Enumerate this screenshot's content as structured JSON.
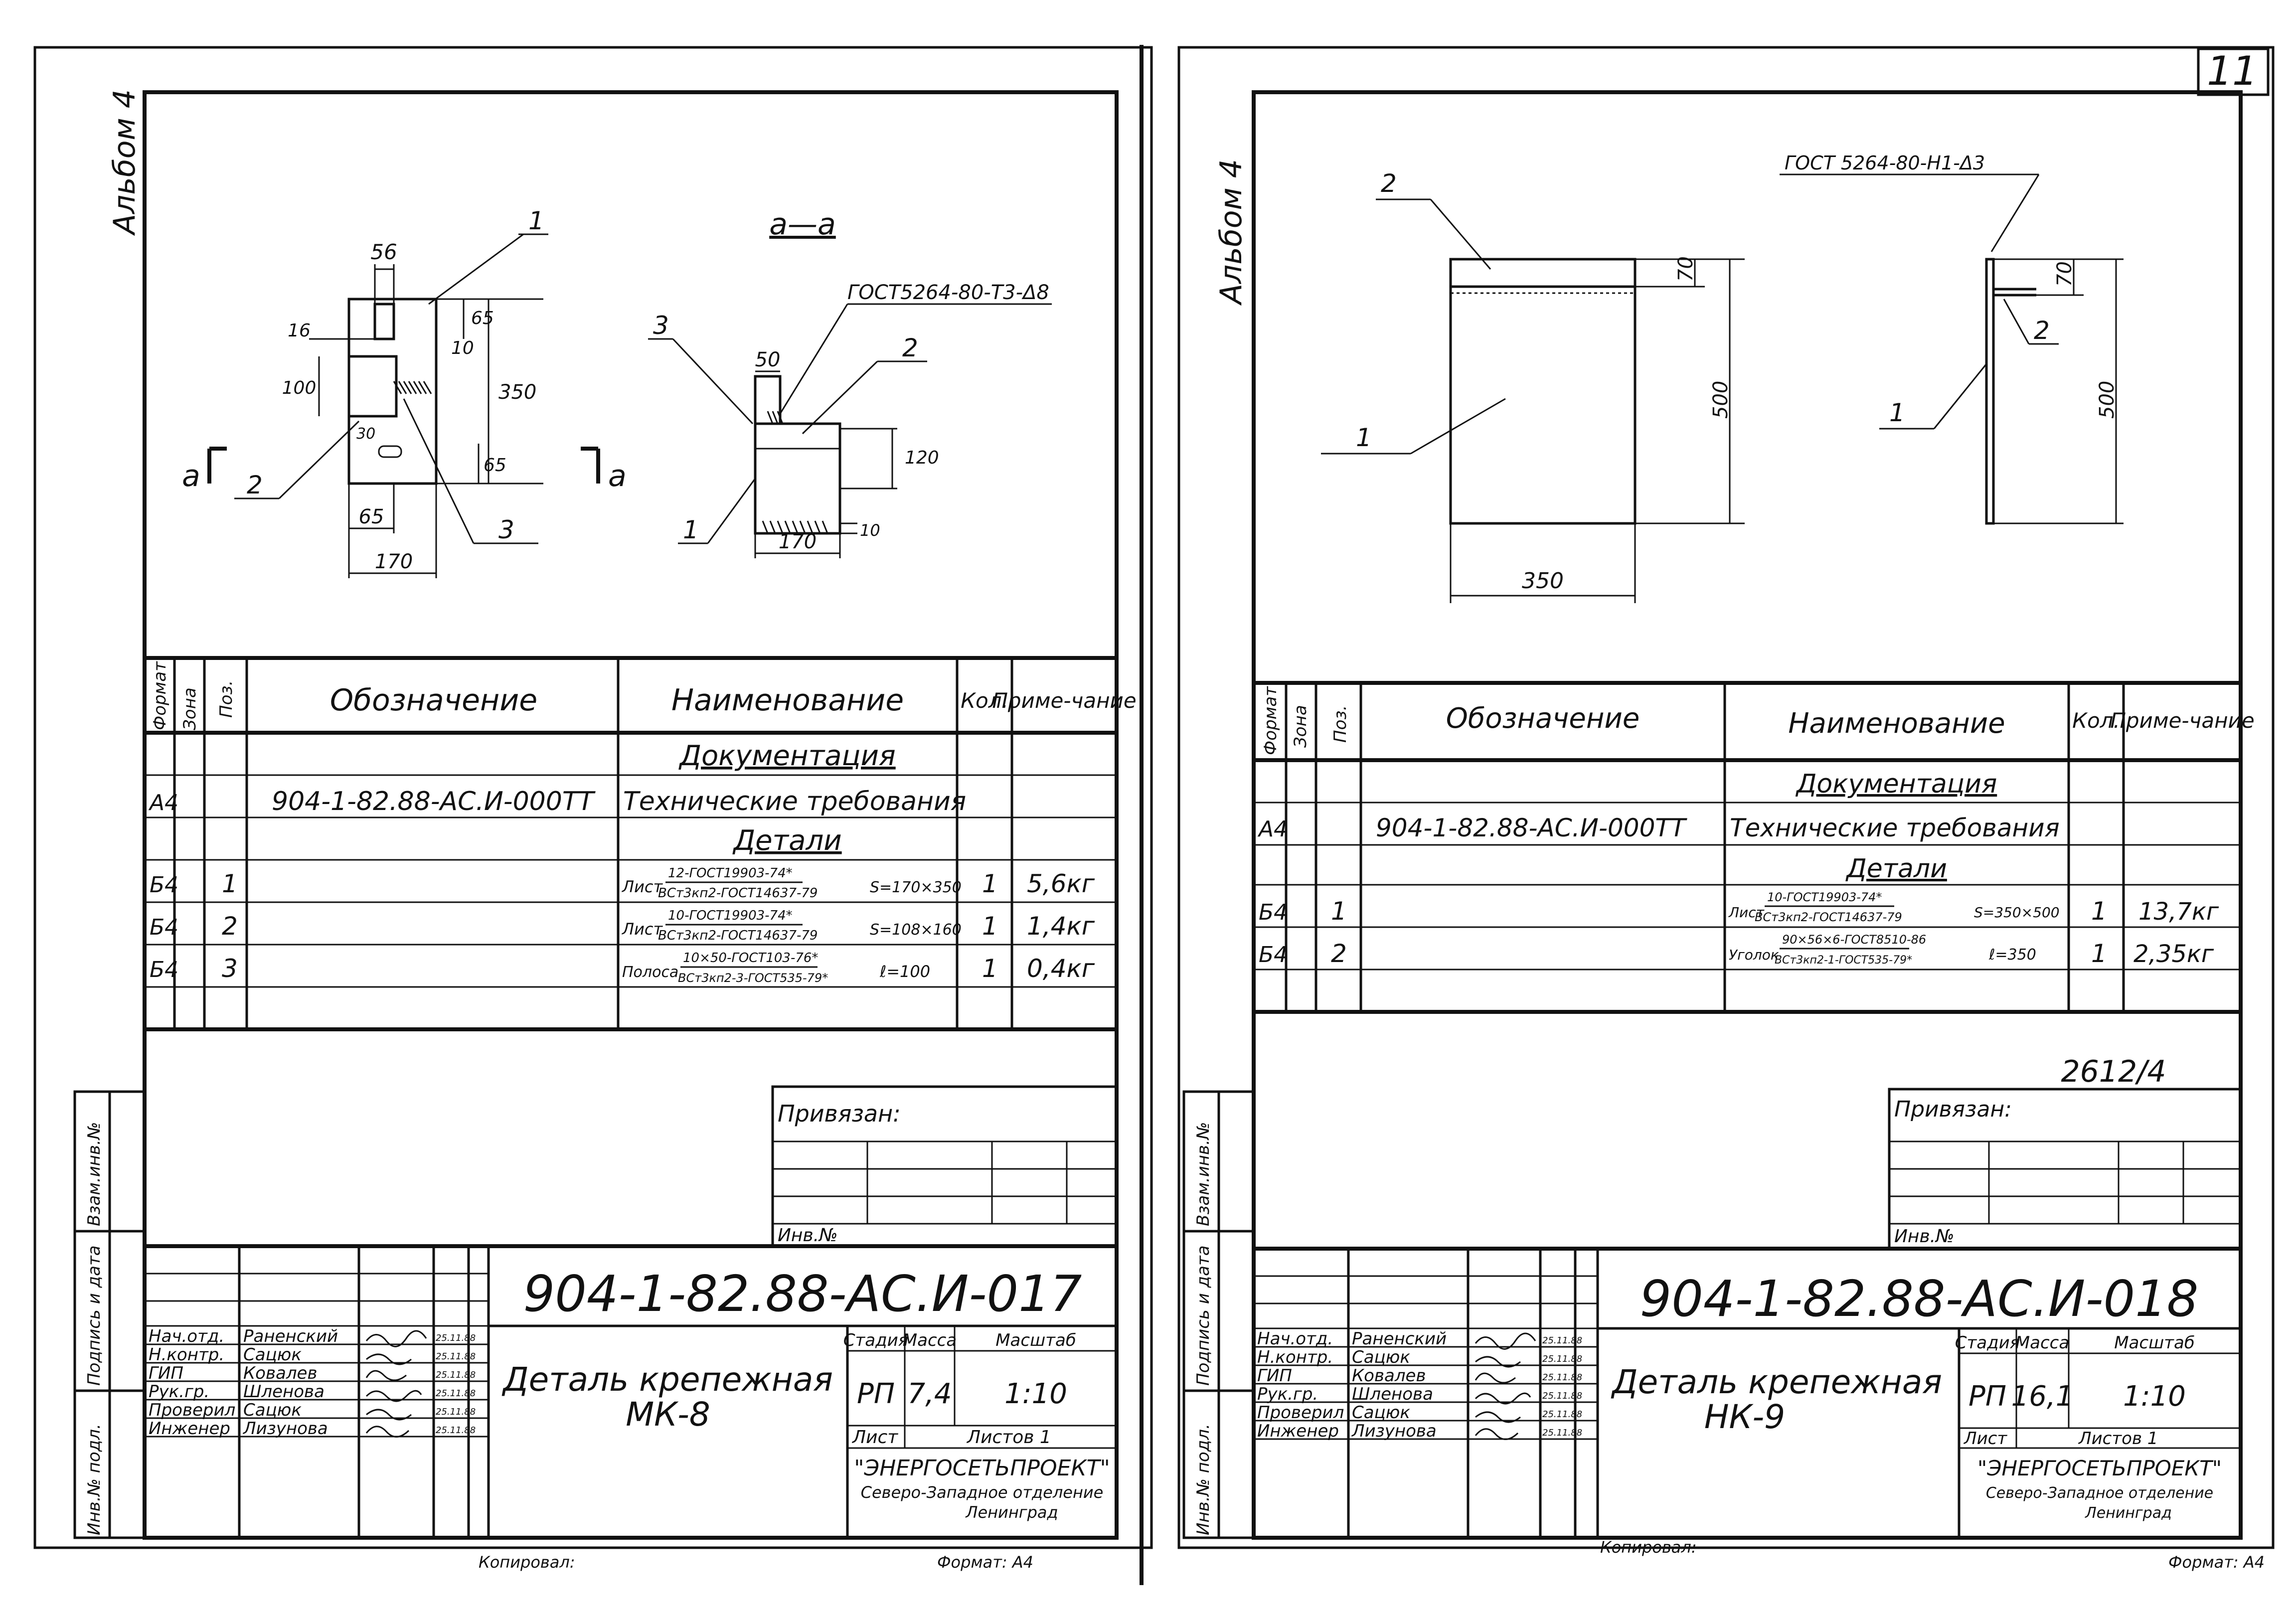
{
  "page_number": "11",
  "sheets": [
    {
      "album": "Альбом 4",
      "drawing": {
        "section_label": "а—а",
        "weld_note": "ГОСТ5264-80-Т3-Δ8",
        "cut_mark": "а",
        "dims": [
          "56",
          "16",
          "65",
          "10",
          "100",
          "350",
          "30",
          "65",
          "65",
          "170",
          "50",
          "120",
          "10",
          "170"
        ],
        "callouts": [
          "1",
          "2",
          "3",
          "3",
          "2",
          "1"
        ]
      },
      "spec": {
        "headers": [
          "Формат",
          "Зона",
          "Поз.",
          "Обозначение",
          "Наименование",
          "Кол.",
          "Приме-чание"
        ],
        "rows": [
          {
            "format": "",
            "pos": "",
            "designation": "",
            "name": "Документация",
            "qty": "",
            "note": "",
            "kind": "section"
          },
          {
            "format": "А4",
            "pos": "",
            "designation": "904-1-82.88-АС.И-000ТТ",
            "name": "Технические требования",
            "qty": "",
            "note": "",
            "kind": "item"
          },
          {
            "format": "",
            "pos": "",
            "designation": "",
            "name": "Детали",
            "qty": "",
            "note": "",
            "kind": "section"
          },
          {
            "format": "Б4",
            "pos": "1",
            "designation": "",
            "name": "Лист",
            "name_top": "12-ГОСТ19903-74*",
            "name_bottom": "ВСт3кп2-ГОСТ14637-79",
            "name_extra": "S=170×350",
            "qty": "1",
            "note": "5,6кг",
            "kind": "material"
          },
          {
            "format": "Б4",
            "pos": "2",
            "designation": "",
            "name": "Лист",
            "name_top": "10-ГОСТ19903-74*",
            "name_bottom": "ВСт3кп2-ГОСТ14637-79",
            "name_extra": "S=108×160",
            "qty": "1",
            "note": "1,4кг",
            "kind": "material"
          },
          {
            "format": "Б4",
            "pos": "3",
            "designation": "",
            "name": "Полоса",
            "name_top": "10×50-ГОСТ103-76*",
            "name_bottom": "ВСт3кп2-3-ГОСТ535-79*",
            "name_extra": "ℓ=100",
            "qty": "1",
            "note": "0,4кг",
            "kind": "material"
          },
          {
            "format": "",
            "pos": "",
            "designation": "",
            "name": "",
            "qty": "",
            "note": "",
            "kind": "blank"
          }
        ]
      },
      "bound_label": "Привязан:",
      "inv_label": "Инв.№",
      "side_stamp": [
        "Взам.инв.№",
        "Подпись и дата",
        "Инв.№ подл."
      ],
      "title_block": {
        "doc_number": "904-1-82.88-АС.И-017",
        "title_line1": "Деталь крепежная",
        "title_line2": "МК-8",
        "roles": [
          "Нач.отд.",
          "Н.контр.",
          "ГИП",
          "Рук.гр.",
          "Проверил",
          "Инженер"
        ],
        "names": [
          "Раненский",
          "Сацюк",
          "Ковалев",
          "Шленова",
          "Сацюк",
          "Лизунова"
        ],
        "dates": [
          "25.11.88",
          "25.11.88",
          "25.11.88",
          "25.11.88",
          "25.11.88",
          "25.11.88"
        ],
        "stage_label": "Стадия",
        "mass_label": "Масса",
        "scale_label": "Масштаб",
        "stage": "РП",
        "mass": "7,4",
        "scale": "1:10",
        "sheet_label": "Лист",
        "sheets_label": "Листов 1",
        "org_line1": "\"ЭНЕРГОСЕТЬПРОЕКТ\"",
        "org_line2": "Северо-Западное отделение",
        "org_line3": "Ленинград"
      },
      "copied_label": "Копировал:",
      "format_label": "Формат: А4",
      "extra_mark": ""
    },
    {
      "album": "Альбом 4",
      "drawing": {
        "weld_note": "ГОСТ 5264-80-Н1-Δ3",
        "dims": [
          "70",
          "500",
          "350",
          "70",
          "500"
        ],
        "callouts": [
          "2",
          "1",
          "2",
          "1"
        ]
      },
      "spec": {
        "headers": [
          "Формат",
          "Зона",
          "Поз.",
          "Обозначение",
          "Наименование",
          "Кол.",
          "Приме-чание"
        ],
        "rows": [
          {
            "format": "",
            "pos": "",
            "designation": "",
            "name": "Документация",
            "qty": "",
            "note": "",
            "kind": "section"
          },
          {
            "format": "А4",
            "pos": "",
            "designation": "904-1-82.88-АС.И-000ТТ",
            "name": "Технические требования",
            "qty": "",
            "note": "",
            "kind": "item"
          },
          {
            "format": "",
            "pos": "",
            "designation": "",
            "name": "Детали",
            "qty": "",
            "note": "",
            "kind": "section"
          },
          {
            "format": "Б4",
            "pos": "1",
            "designation": "",
            "name": "Лист",
            "name_top": "10-ГОСТ19903-74*",
            "name_bottom": "ВСт3кп2-ГОСТ14637-79",
            "name_extra": "S=350×500",
            "qty": "1",
            "note": "13,7кг",
            "kind": "material"
          },
          {
            "format": "Б4",
            "pos": "2",
            "designation": "",
            "name": "Уголок",
            "name_top": "90×56×6-ГОСТ8510-86",
            "name_bottom": "ВСт3кп2-1-ГОСТ535-79*",
            "name_extra": "ℓ=350",
            "qty": "1",
            "note": "2,35кг",
            "kind": "material"
          },
          {
            "format": "",
            "pos": "",
            "designation": "",
            "name": "",
            "qty": "",
            "note": "",
            "kind": "blank"
          }
        ]
      },
      "bound_label": "Привязан:",
      "inv_label": "Инв.№",
      "side_stamp": [
        "Взам.инв.№",
        "Подпись и дата",
        "Инв.№ подл."
      ],
      "title_block": {
        "doc_number": "904-1-82.88-АС.И-018",
        "title_line1": "Деталь крепежная",
        "title_line2": "НК-9",
        "roles": [
          "Нач.отд.",
          "Н.контр.",
          "ГИП",
          "Рук.гр.",
          "Проверил",
          "Инженер"
        ],
        "names": [
          "Раненский",
          "Сацюк",
          "Ковалев",
          "Шленова",
          "Сацюк",
          "Лизунова"
        ],
        "dates": [
          "25.11.88",
          "25.11.88",
          "25.11.88",
          "25.11.88",
          "25.11.88",
          "25.11.88"
        ],
        "stage_label": "Стадия",
        "mass_label": "Масса",
        "scale_label": "Масштаб",
        "stage": "РП",
        "mass": "16,1",
        "scale": "1:10",
        "sheet_label": "Лист",
        "sheets_label": "Листов 1",
        "org_line1": "\"ЭНЕРГОСЕТЬПРОЕКТ\"",
        "org_line2": "Северо-Западное отделение",
        "org_line3": "Ленинград"
      },
      "copied_label": "Копировал:",
      "format_label": "Формат: А4",
      "extra_mark": "2612/4"
    }
  ]
}
